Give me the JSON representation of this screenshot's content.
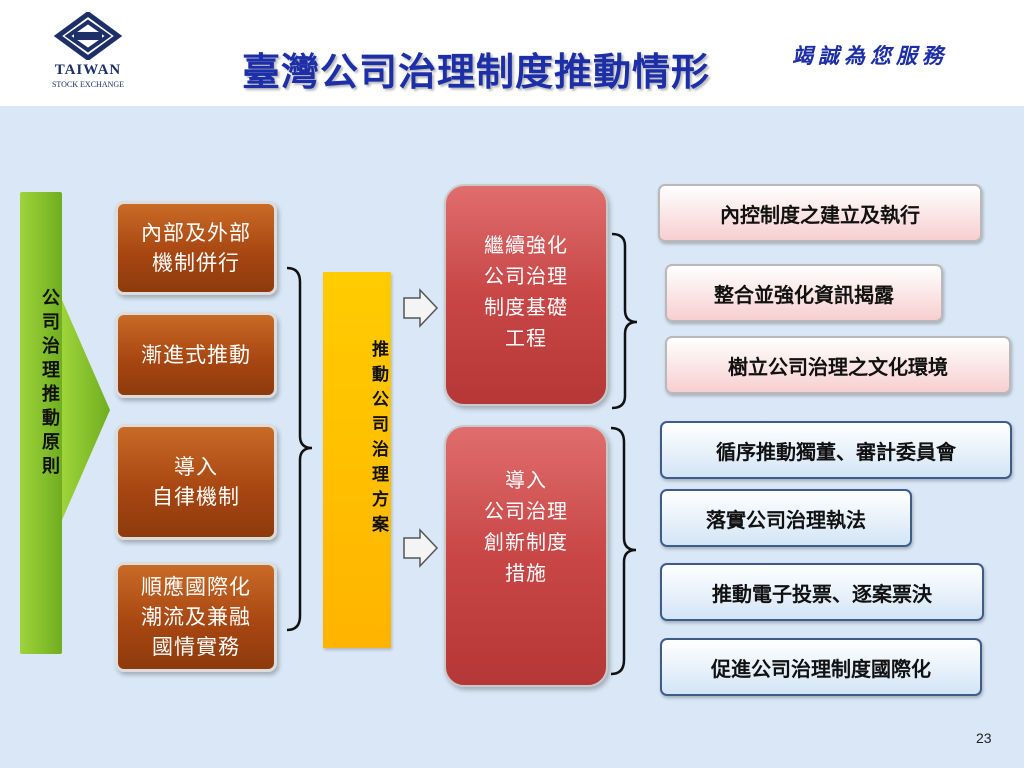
{
  "header": {
    "logo_word": "TAIWAN",
    "logo_sub": "STOCK EXCHANGE",
    "title": "臺灣公司治理制度推動情形",
    "slogan": "竭誠為您服務"
  },
  "diagram": {
    "principle_label": "公司治理推動原則",
    "principles": [
      "內部及外部\n機制併行",
      "漸進式推動",
      "導入\n自律機制",
      "順應國際化\n潮流及兼融\n國情實務"
    ],
    "plan_label": "推動公司治理方案",
    "pillars": [
      {
        "label": "繼續強化\n公司治理\n制度基礎\n工程",
        "items": [
          "內控制度之建立及執行",
          "整合並強化資訊揭露",
          "樹立公司治理之文化環境"
        ]
      },
      {
        "label": "導入\n公司治理\n創新制度\n措施",
        "items": [
          "循序推動獨董、審計委員會",
          "落實公司治理執法",
          "推動電子投票、逐案票決",
          "促進公司治理制度國際化"
        ]
      }
    ]
  },
  "footer": {
    "page_number": "23"
  },
  "colors": {
    "title": "#1d2fa8",
    "principle_bar": "#8cc63f",
    "principle_box": "#a84712",
    "plan_bar": "#ffc000",
    "pillar_box": "#c84646",
    "pink_pill": "#f7cfd0",
    "blue_pill": "#d3e5f6",
    "background": "#d9e7f6"
  }
}
